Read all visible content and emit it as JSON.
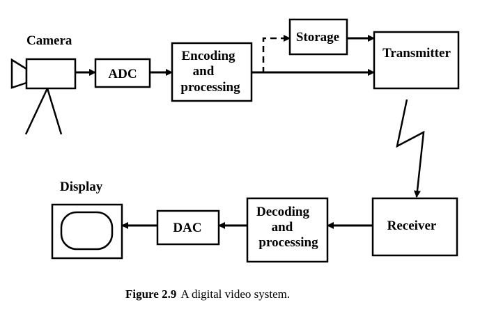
{
  "diagram": {
    "camera_label": "Camera",
    "display_label": "Display",
    "blocks": {
      "adc": "ADC",
      "encoding": [
        "Encoding",
        "and",
        "processing"
      ],
      "storage": "Storage",
      "transmitter": "Transmitter",
      "receiver": "Receiver",
      "decoding": [
        "Decoding",
        "and",
        "processing"
      ],
      "dac": "DAC"
    }
  },
  "caption": {
    "figure": "Figure 2.9",
    "text": "A digital video system."
  }
}
